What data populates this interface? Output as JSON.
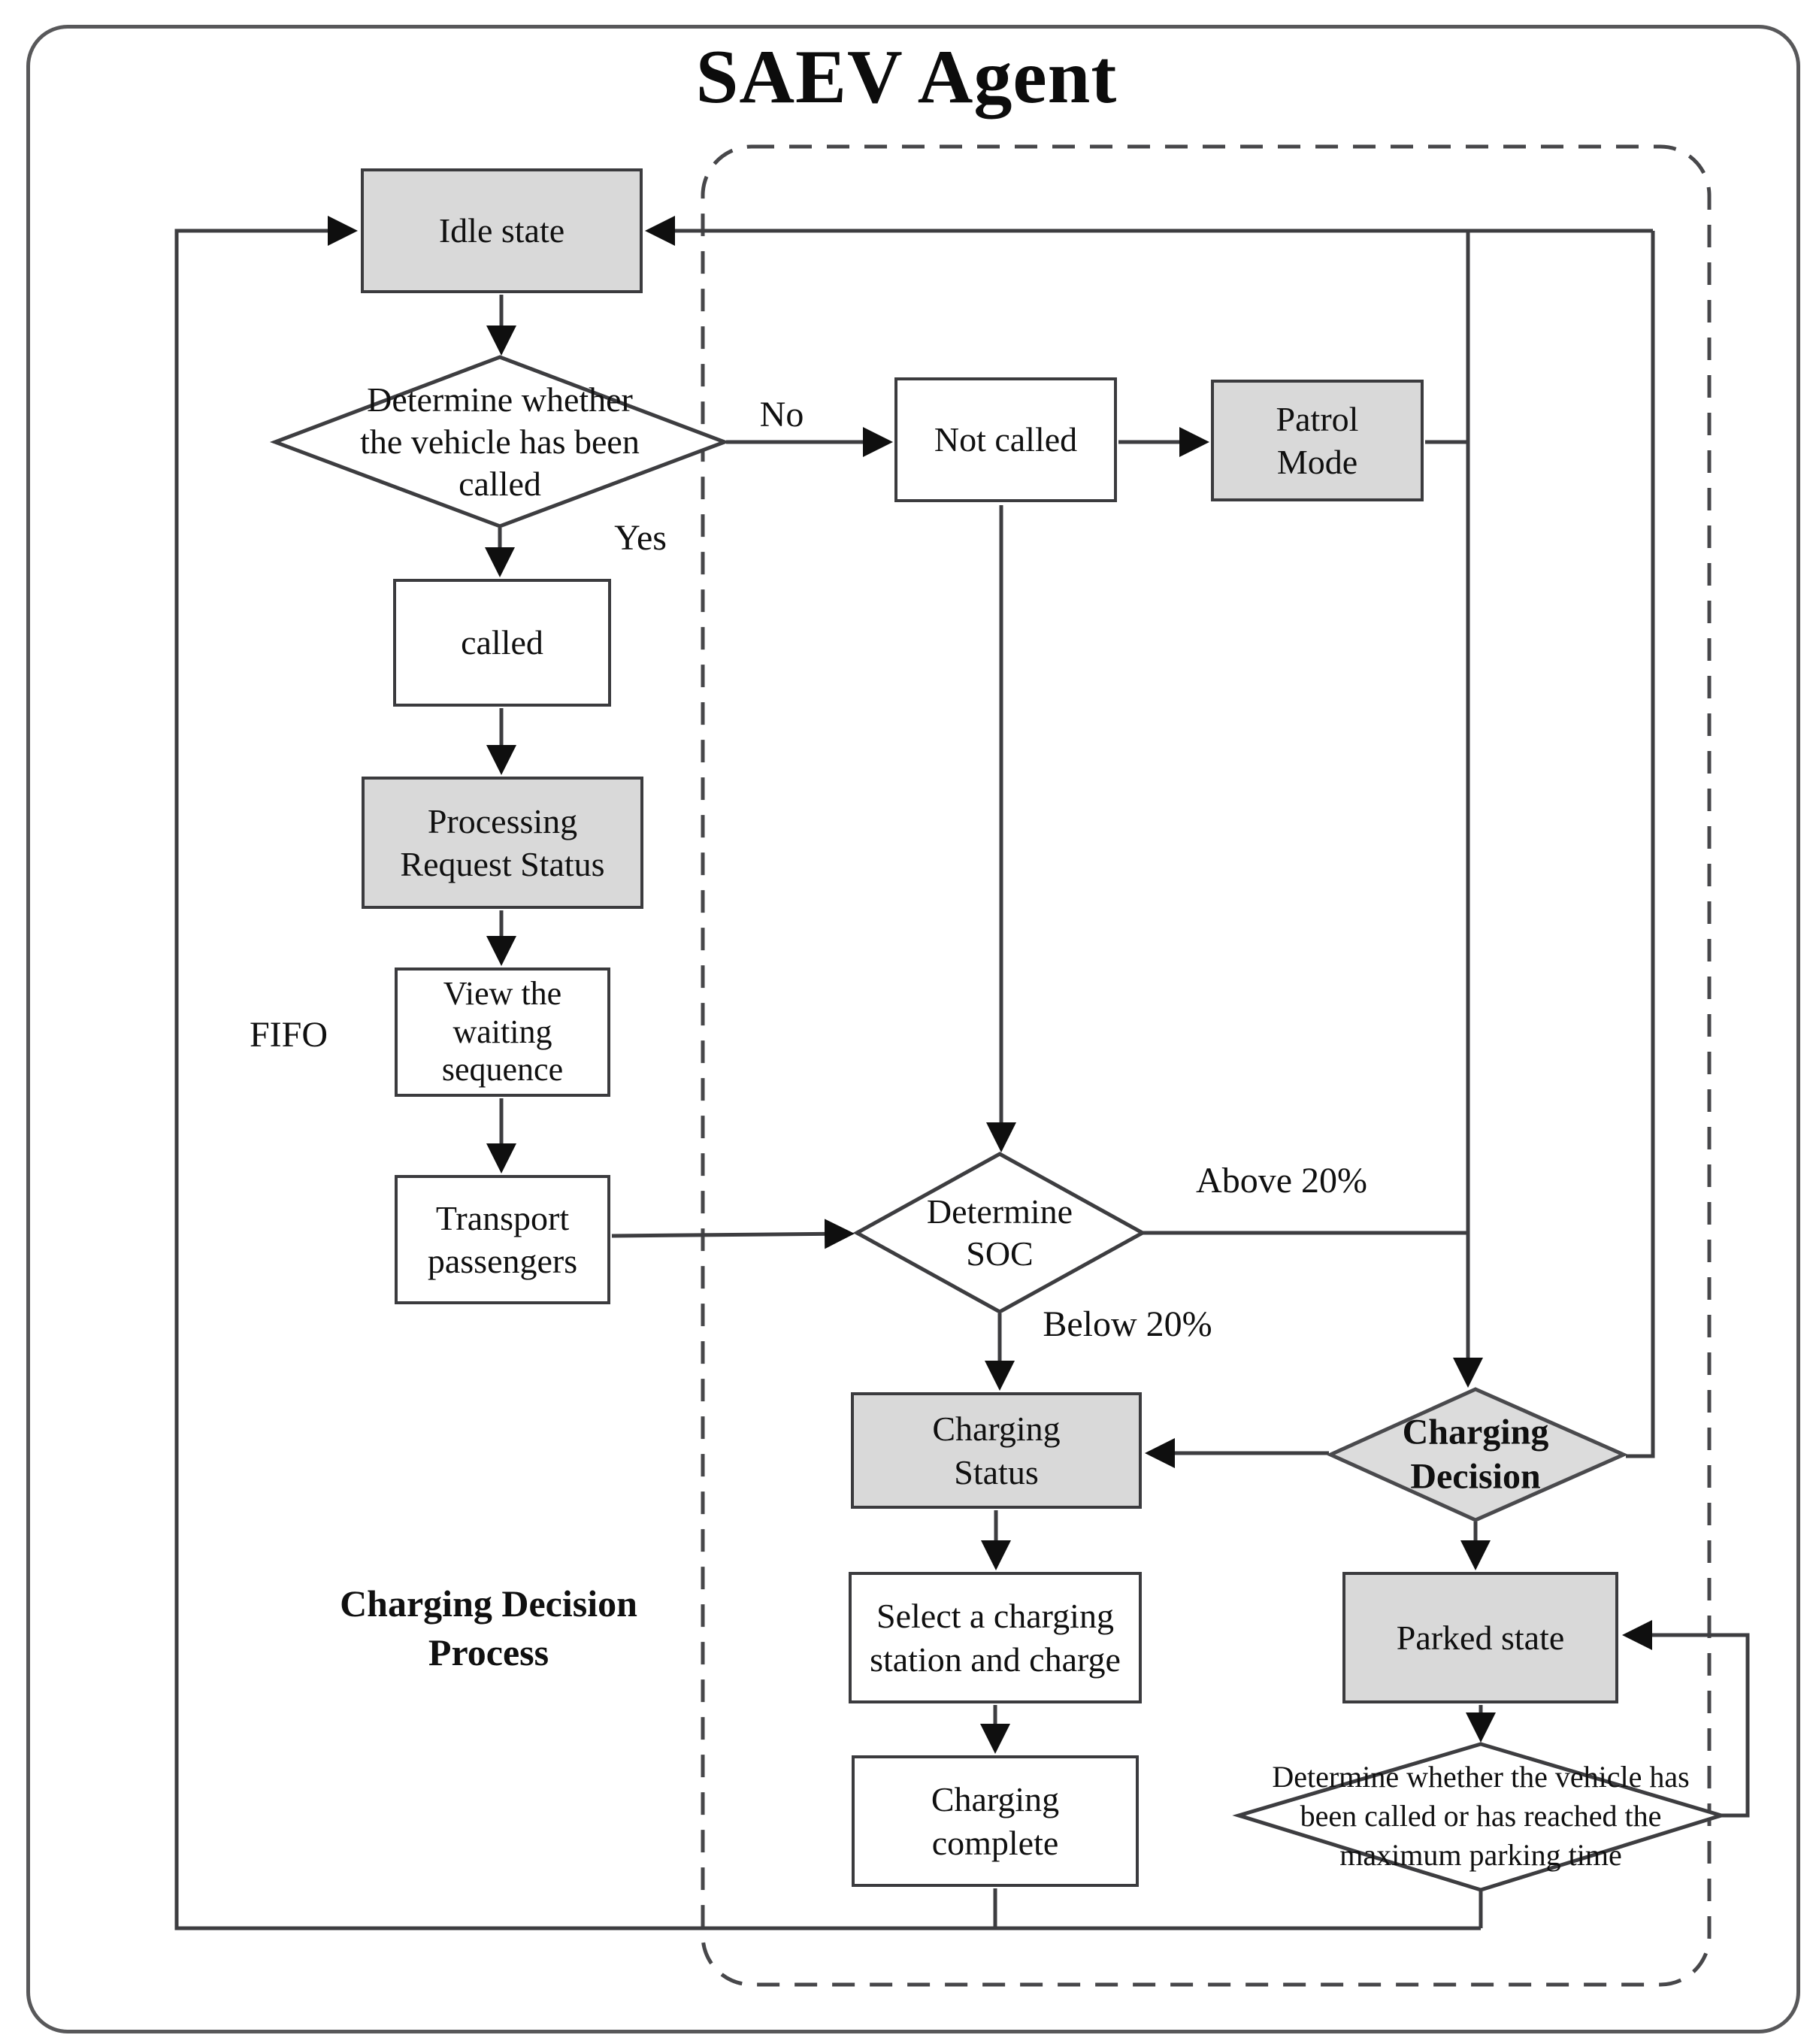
{
  "title": "SAEV Agent",
  "diagram": {
    "nodes": {
      "idle": {
        "label": "Idle state"
      },
      "not_called": {
        "label": "Not called"
      },
      "patrol": {
        "label": "Patrol\nMode"
      },
      "called": {
        "label": "called"
      },
      "processing": {
        "label": "Processing\nRequest Status"
      },
      "view_waiting": {
        "label": "View the\nwaiting\nsequence"
      },
      "transport": {
        "label": "Transport\npassengers"
      },
      "charging_status": {
        "label": "Charging\nStatus"
      },
      "select_station": {
        "label": "Select a charging\nstation and charge"
      },
      "charging_complete": {
        "label": "Charging\ncomplete"
      },
      "parked": {
        "label": "Parked state"
      }
    },
    "decisions": {
      "vehicle_called": {
        "label": "Determine whether\nthe vehicle has been\ncalled"
      },
      "soc": {
        "label": "Determine\nSOC"
      },
      "charging_decision": {
        "label": "Charging\nDecision"
      },
      "parking_check": {
        "label": "Determine whether the vehicle has\nbeen called or has reached the\nmaximum parking time"
      }
    },
    "edge_labels": {
      "no": "No",
      "yes": "Yes",
      "fifo": "FIFO",
      "above_20": "Above 20%",
      "below_20": "Below 20%"
    },
    "region_label": "Charging Decision\nProcess",
    "colors": {
      "node_fill_gray": "#d9d9d9",
      "node_fill_white": "#ffffff",
      "line": "#3d3d40",
      "arrowhead": "#0f0f0f",
      "dashed_border": "#47474a",
      "outer_border": "#58585a",
      "text": "#101010"
    }
  }
}
